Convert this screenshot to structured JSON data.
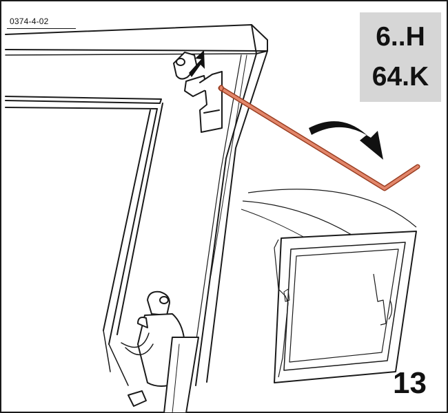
{
  "figure": {
    "reference_code": "0374-4-02",
    "model_codes": [
      "6..H",
      "64.K"
    ],
    "step_number": "13"
  },
  "colors": {
    "hex_key": "#e2866a",
    "hex_key_outline": "#9a3e22",
    "model_box_fill": "#d6d6d6",
    "line_art": "#1a1a1a"
  },
  "icons": {
    "press_arrow": "arrow-right-icon",
    "rotate_arrow": "curved-arrow-clockwise-icon"
  }
}
